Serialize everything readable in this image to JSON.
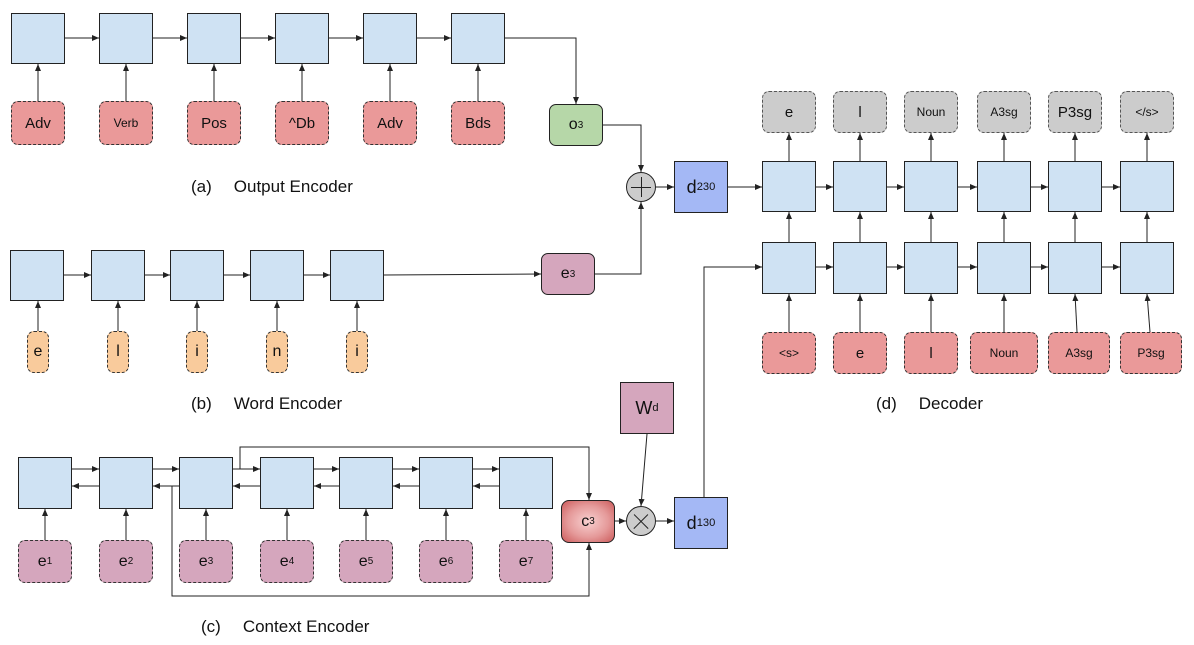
{
  "output_encoder": {
    "tags": [
      "Adv",
      "Verb",
      "Pos",
      "^Db",
      "Adv",
      "Bds"
    ],
    "state": {
      "base": "o",
      "sub": "3"
    },
    "caption": {
      "letter": "(a)",
      "label": "Output Encoder"
    }
  },
  "word_encoder": {
    "chars": [
      "e",
      "l",
      "i",
      "n",
      "i"
    ],
    "state": {
      "base": "e",
      "sub": "3"
    },
    "caption": {
      "letter": "(b)",
      "label": "Word Encoder"
    }
  },
  "context_encoder": {
    "inputs": [
      {
        "base": "e",
        "sub": "1"
      },
      {
        "base": "e",
        "sub": "2"
      },
      {
        "base": "e",
        "sub": "3"
      },
      {
        "base": "e",
        "sub": "4"
      },
      {
        "base": "e",
        "sub": "5"
      },
      {
        "base": "e",
        "sub": "6"
      },
      {
        "base": "e",
        "sub": "7"
      }
    ],
    "context_vector": {
      "base": "c",
      "sub": "3"
    },
    "weight": {
      "base": "W",
      "sub": "d"
    },
    "caption": {
      "letter": "(c)",
      "label": "Context Encoder"
    }
  },
  "decoder": {
    "d1": {
      "base": "d",
      "sup": "1",
      "sub": "30"
    },
    "d2": {
      "base": "d",
      "sup": "2",
      "sub": "30"
    },
    "inputs": [
      "<s>",
      "e",
      "l",
      "Noun",
      "A3sg",
      "P3sg"
    ],
    "outputs": [
      "e",
      "l",
      "Noun",
      "A3sg",
      "P3sg",
      "</s>"
    ],
    "caption": {
      "letter": "(d)",
      "label": "Decoder"
    }
  },
  "operators": {
    "combine": "plus-icon",
    "multiply": "times-icon"
  },
  "colors": {
    "lstm_cell": "#cfe2f3",
    "tag_box": "#ea9999",
    "char_box": "#f9cb9c",
    "context_input": "#d5a6bd",
    "output_box": "#cccccc",
    "output_state": "#b6d7a8",
    "decoder_state": "#a4b8f5"
  }
}
